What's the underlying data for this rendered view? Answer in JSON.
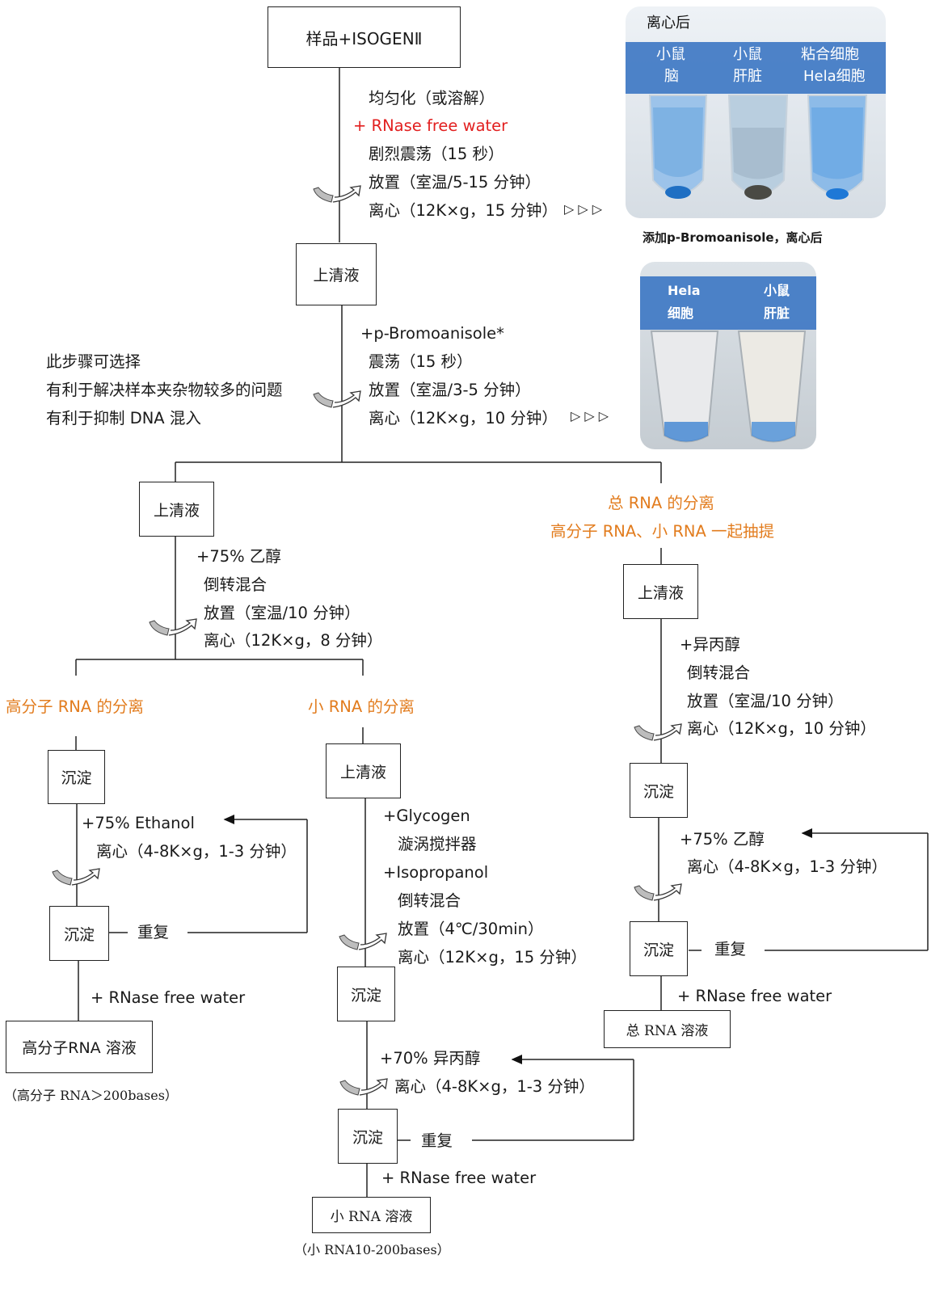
{
  "start": "样品+ISOGENⅡ",
  "step1": {
    "lines": [
      "均匀化（或溶解）",
      "+ RNase free water",
      "剧烈震荡（15 秒）",
      "放置（室温/5-15 分钟）",
      "离心（12K×g，15 分钟）"
    ],
    "arrows": "▷ ▷ ▷"
  },
  "supernatant1": "上清液",
  "step2": {
    "lines": [
      "+p-Bromoanisole*",
      "震荡（15 秒）",
      "放置（室温/3-5 分钟）",
      "离心（12K×g，10 分钟）"
    ],
    "arrows": "▷ ▷ ▷"
  },
  "optional_note": [
    "此步骤可选择",
    "有利于解决样本夹杂物较多的问题",
    "有利于抑制 DNA 混入"
  ],
  "photo1": {
    "title": "离心后",
    "tubes": [
      {
        "line1": "小鼠",
        "line2": "脑"
      },
      {
        "line1": "小鼠",
        "line2": "肝脏"
      },
      {
        "line1": "粘合细胞",
        "line2": "Hela细胞"
      }
    ]
  },
  "photo2": {
    "caption": "添加p-Bromoanisole，离心后",
    "tubes": [
      {
        "line1": "Hela",
        "line2": "细胞"
      },
      {
        "line1": "小鼠",
        "line2": "肝脏"
      }
    ]
  },
  "left_branch": {
    "supernatant": "上清液",
    "step": [
      "+75%  乙醇",
      "倒转混合",
      "放置（室温/10 分钟）",
      "离心（12K×g，8 分钟）"
    ]
  },
  "hmw": {
    "title": "高分子 RNA 的分离",
    "precip1": "沉淀",
    "wash": [
      "+75% Ethanol",
      "离心（4-8K×g，1-3 分钟）"
    ],
    "precip2": "沉淀",
    "repeat": "重复",
    "water": "+ RNase free water",
    "result": "高分子RNA 溶液",
    "note": "（高分子 RNA＞200bases）"
  },
  "small": {
    "title": "小 RNA 的分离",
    "supernatant": "上清液",
    "step": [
      "+Glycogen",
      "漩涡搅拌器",
      "+Isopropanol",
      "倒转混合",
      "放置（4℃/30min）",
      "离心（12K×g，15 分钟）"
    ],
    "precip1": "沉淀",
    "wash": [
      "+70%  异丙醇",
      "离心（4-8K×g，1-3 分钟）"
    ],
    "precip2": "沉淀",
    "repeat": "重复",
    "water": "+ RNase free water",
    "result": "小 RNA 溶液",
    "note": "（小 RNA10-200bases）"
  },
  "total": {
    "title1": "总 RNA 的分离",
    "title2": "高分子 RNA、小 RNA 一起抽提",
    "supernatant": "上清液",
    "step": [
      "+异丙醇",
      "倒转混合",
      "放置（室温/10 分钟）",
      "离心（12K×g，10 分钟）"
    ],
    "precip1": "沉淀",
    "wash": [
      "+75%  乙醇",
      "离心（4-8K×g，1-3 分钟）"
    ],
    "precip2": "沉淀",
    "repeat": "重复",
    "water": "+ RNase free water",
    "result": "总 RNA 溶液"
  },
  "colors": {
    "red": "#e21f1f",
    "orange": "#e27c1e",
    "tube_band": "#3f78c4"
  }
}
